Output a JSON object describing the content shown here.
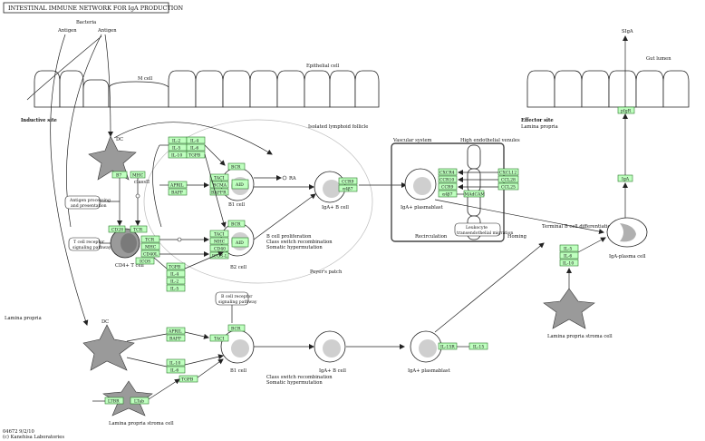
{
  "title": "INTESTINAL IMMUNE NETWORK FOR IgA PRODUCTION",
  "footer": {
    "code": "04672 9/2/10",
    "copyright": "(c) Kanehisa Laboratories"
  },
  "labels": {
    "bacteria": "Bacteria",
    "antigen1": "Antigen",
    "antigen2": "Antigen",
    "mcell": "M cell",
    "epithelial": "Epithelial cell",
    "inductive": "Inductive site",
    "isolated": "Isolated lymphoid follicle",
    "dc1": "DC",
    "classii": "classII",
    "antigen_proc": [
      "Antigen processing",
      "and presentation"
    ],
    "tcr_path": [
      "T cell receptor",
      "signaling pathway"
    ],
    "cd4": "CD4+ T cell",
    "b1": "B1 cell",
    "b2": "B2 cell",
    "ra": "RA",
    "igab_top": "IgA+ B cell",
    "b_prolif": [
      "B cell proliferation",
      "Class switch recombination",
      "Somatic hypermutation"
    ],
    "peyers": "Peyer's patch",
    "bcr_path": [
      "B cell receptor",
      "signaling pathway"
    ],
    "vascular": "Vascular system",
    "hev": "High endothelial venules",
    "igaplasmablast_top": "IgA+ plasmablast",
    "recirculation": "Recirculation",
    "leukocyte": [
      "Leukocyte",
      "transendothelial migration"
    ],
    "homing": "Homing",
    "terminal": "Terminal B cell differentiation",
    "effector": "Effector site",
    "lamina_top": "Lamina propria",
    "gut_lumen": "Gut lumen",
    "siga": "SIgA",
    "igaplasma": "IgA-plasma cell",
    "lp_stroma_right": "Lamina propria stroma cell",
    "lamina_left": "Lamina propria",
    "dc2": "DC",
    "b1_bottom": "B1 cell",
    "class_switch": [
      "Class switch recombination",
      "Somatic hypermutation"
    ],
    "igab_bottom": "IgA+ B cell",
    "igaplasmablast_bottom": "IgA+ plasmablast",
    "lp_stroma_left": "Lamina propria stroma cell"
  },
  "genes": {
    "il2": "IL-2",
    "il4": "IL-4",
    "il5": "IL-5",
    "il6": "IL-6",
    "il10": "IL-10",
    "tgfb": "TGFB",
    "b7": "B7",
    "mhc": "MHC",
    "cd28": "CD28",
    "tcr": "TCR",
    "tcr2": "TCR",
    "mhc2": "MHC",
    "cd40l": "CD40L",
    "icos": "ICOS",
    "bcr1": "BCR",
    "taci1": "TACI",
    "bcma1": "BCMA",
    "baffr1": "BAFFR",
    "april1": "APRIL",
    "baff1": "BAFF",
    "aid1": "AID",
    "bcr2": "BCR",
    "taci2": "TACI",
    "mhc3": "MHC",
    "cd40": "CD40",
    "icosl": "ICOS-L",
    "aid2": "AID",
    "tgfb2": "TGFB",
    "il4b": "IL-4",
    "il2b": "IL-2",
    "il5b": "IL-5",
    "ccr9": "CCR9",
    "a4b7": "α4β7",
    "cxcr4": "CXCR4",
    "ccr10": "CCR10",
    "ccr9b": "CCR9",
    "a4b7b": "α4β7",
    "cxcl12": "CXCL12",
    "ccl28": "CCL28",
    "ccl25": "CCL25",
    "madcam": "MAdCAM",
    "pigr": "pIgR",
    "iga": "IgA",
    "il5c": "IL-5",
    "il6c": "IL-6",
    "il10c": "IL-10",
    "april2": "APRIL",
    "baff2": "BAFF",
    "bcr3": "BCR",
    "taci3": "TACI",
    "il10b": "IL-10",
    "il6b": "IL-6",
    "tgfb3": "TGFB",
    "ltbr": "LTBR",
    "ltab": "LTab",
    "il15r": "IL-15R",
    "il15": "IL-15"
  },
  "colors": {
    "gene_fill": "#bfffbf",
    "gene_stroke": "#2a7a2a",
    "cell_gray": "#9a9a9a",
    "nucleus": "#cfcfcf"
  }
}
